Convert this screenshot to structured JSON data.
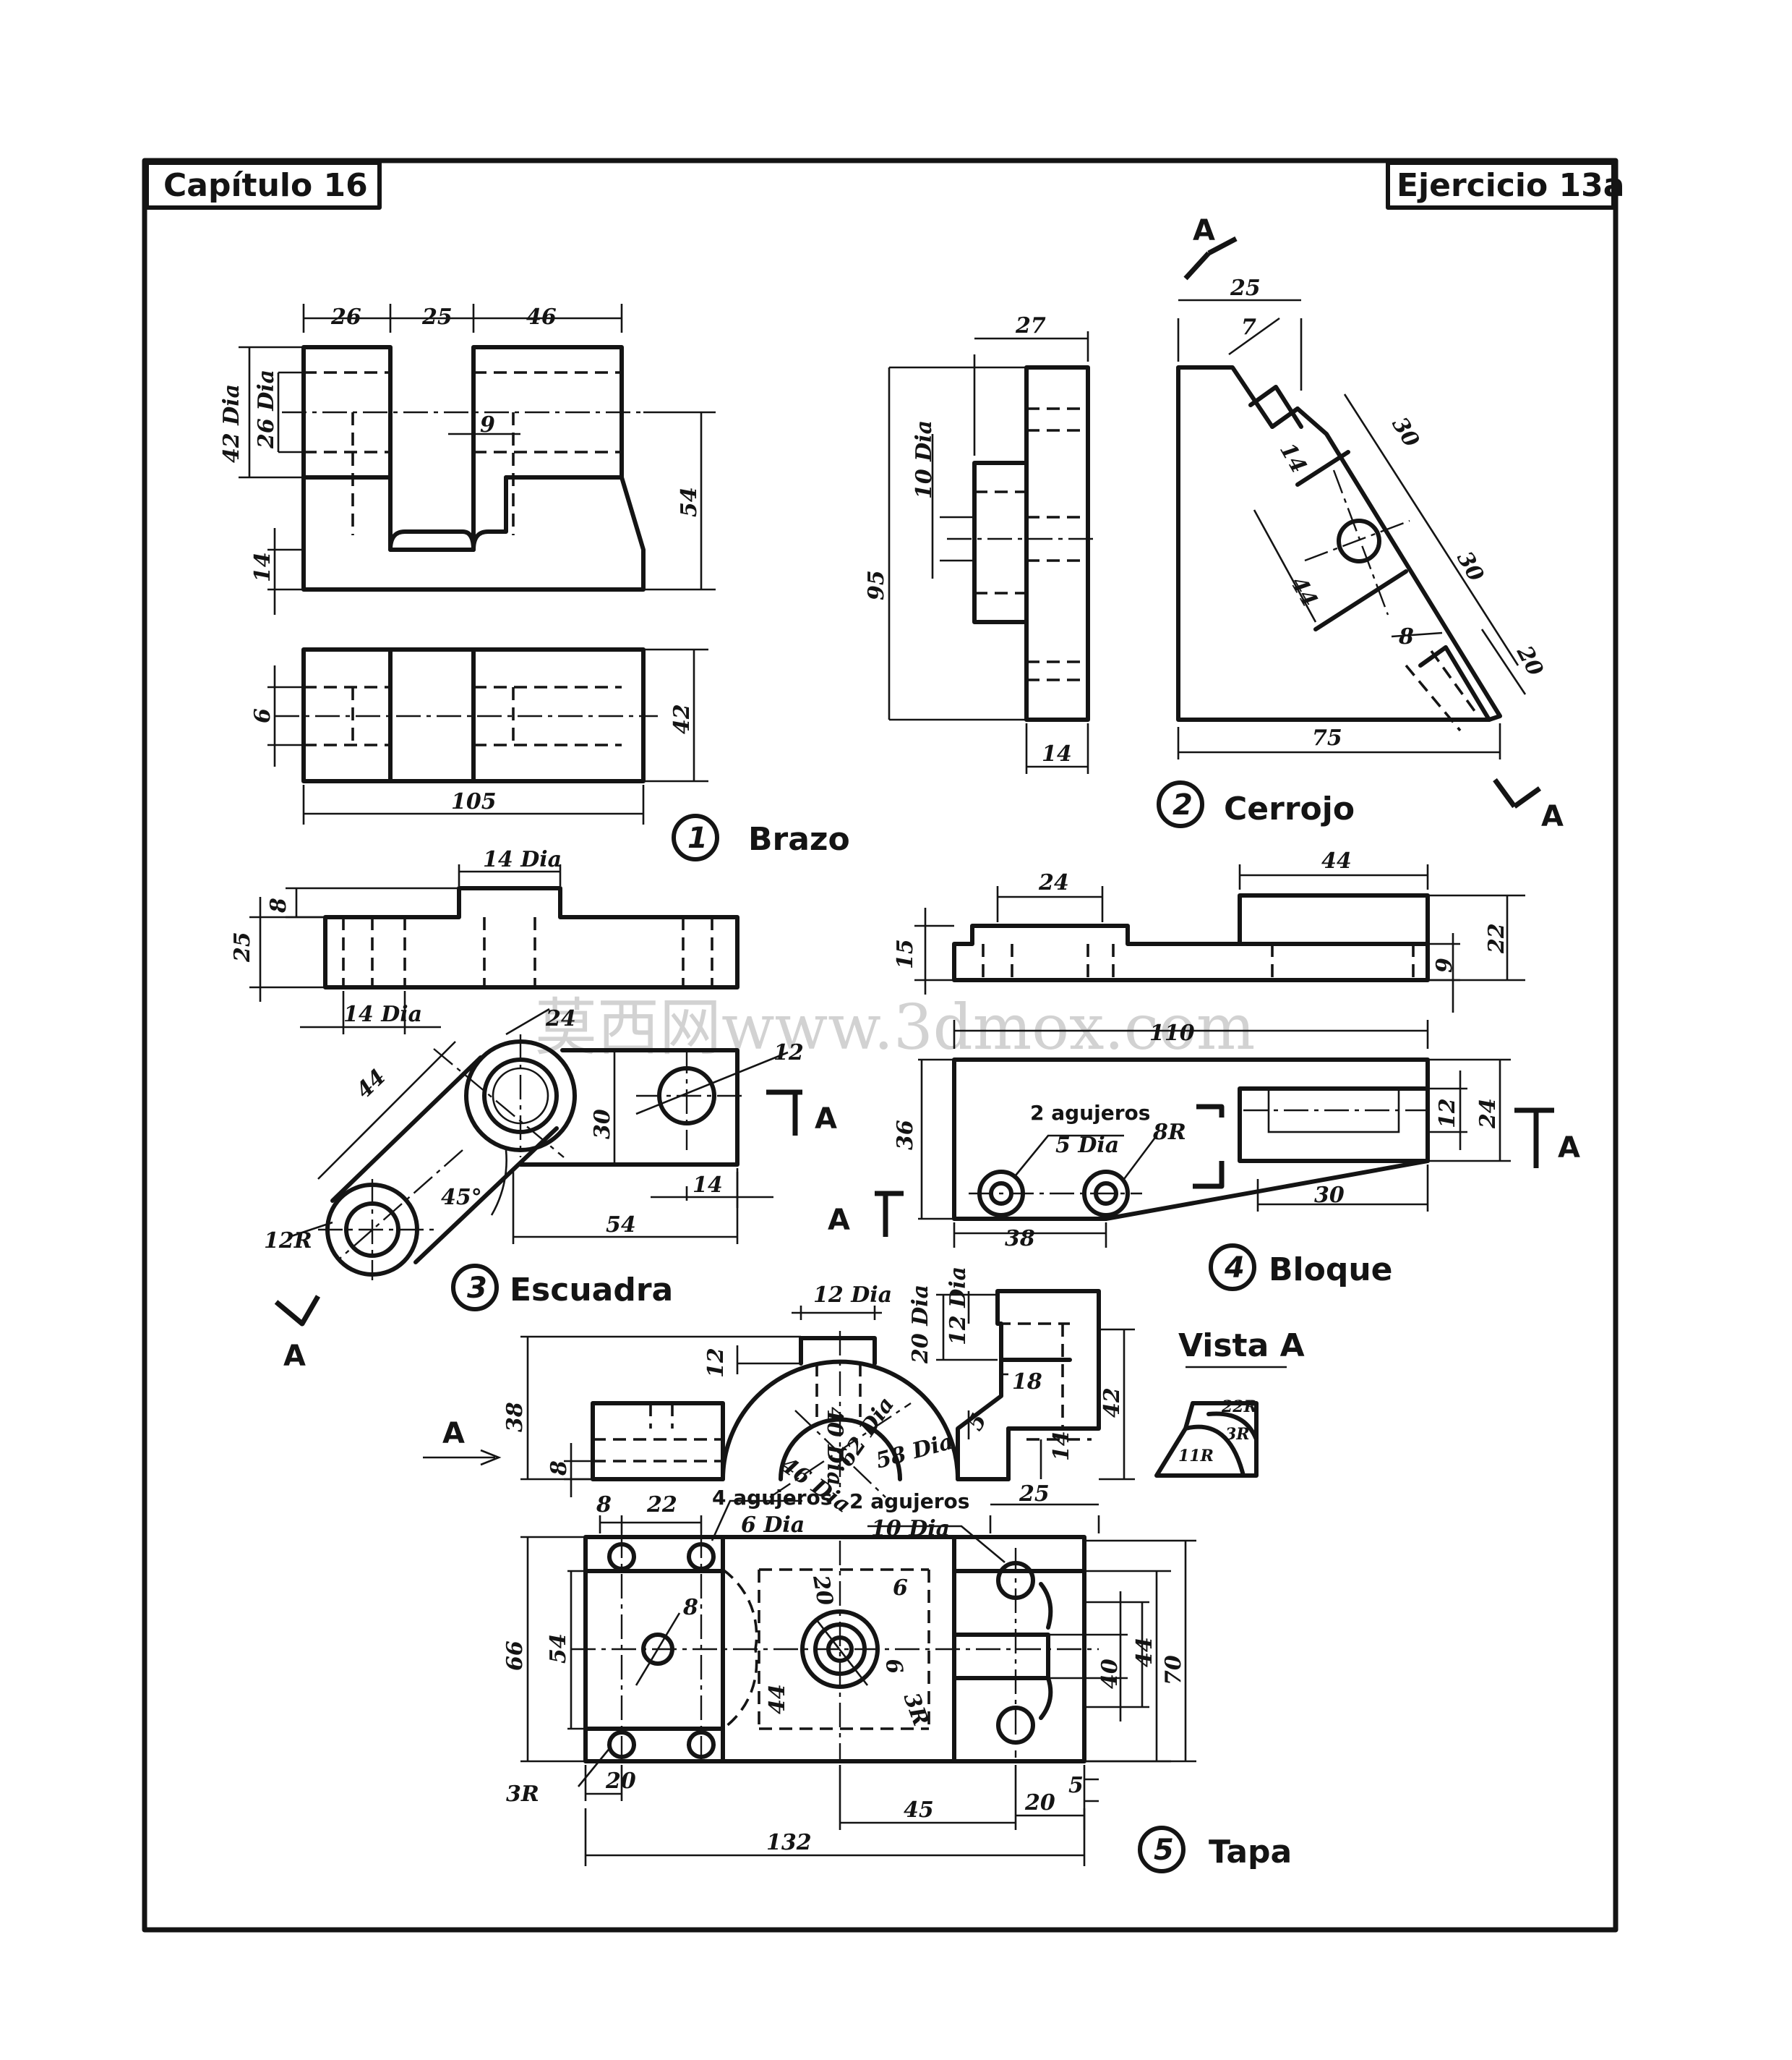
{
  "header": {
    "chapter": "Capítulo 16",
    "exercise": "Ejercicio 13a"
  },
  "parts": [
    {
      "number": "1",
      "name": "Brazo"
    },
    {
      "number": "2",
      "name": "Cerrojo"
    },
    {
      "number": "3",
      "name": "Escuadra"
    },
    {
      "number": "4",
      "name": "Bloque"
    },
    {
      "number": "5",
      "name": "Tapa"
    }
  ],
  "view_label": "Vista A",
  "section_letter": "A",
  "watermark": "莫西网www.3dmox.com",
  "dims": {
    "brazo": [
      "26",
      "25",
      "46",
      "42 Dia",
      "26 Dia",
      "9",
      "54",
      "14",
      "6",
      "42",
      "105"
    ],
    "cerrojo": [
      "27",
      "10 Dia",
      "95",
      "14",
      "25",
      "7",
      "30",
      "14",
      "44",
      "30",
      "8",
      "20",
      "75"
    ],
    "escuadra": [
      "14 Dia",
      "8",
      "25",
      "14 Dia",
      "24",
      "44",
      "12",
      "30",
      "45°",
      "14",
      "12R",
      "54"
    ],
    "bloque": [
      "24",
      "44",
      "15",
      "9",
      "22",
      "110",
      "2 agujeros",
      "5 Dia",
      "8R",
      "36",
      "12",
      "24",
      "30",
      "38"
    ],
    "tapa": [
      "12 Dia",
      "20 Dia",
      "12 Dia",
      "12",
      "18",
      "38",
      "42",
      "8",
      "46 Dia",
      "40 Dia",
      "62 Dia",
      "58 Dia",
      "5",
      "14",
      "8",
      "22",
      "4 agujeros",
      "2 agujeros",
      "25",
      "6 Dia",
      "10 Dia",
      "66",
      "54",
      "8",
      "20",
      "6",
      "44",
      "6",
      "3R",
      "40",
      "44",
      "70",
      "3R",
      "20",
      "45",
      "20",
      "5",
      "132"
    ],
    "vista_a": [
      "22R",
      "3R",
      "11R"
    ]
  }
}
